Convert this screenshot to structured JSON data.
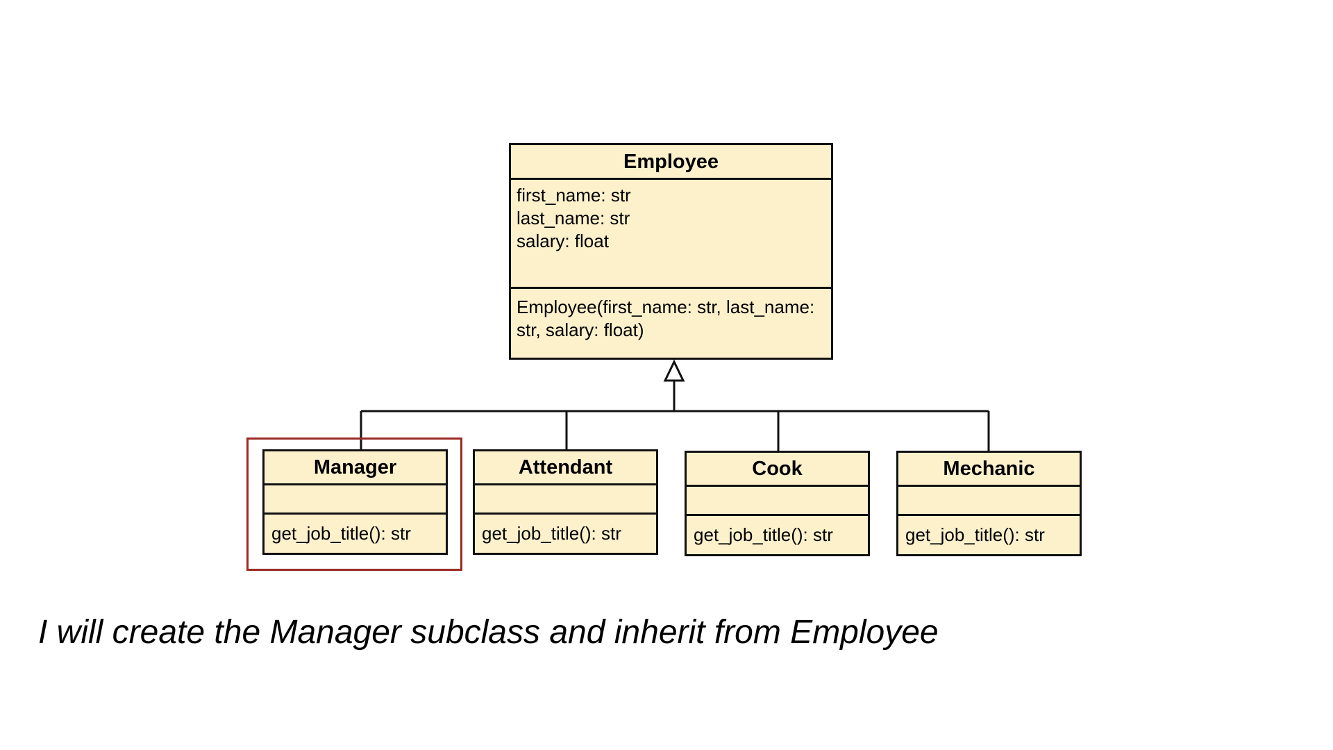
{
  "diagram": {
    "superclass": {
      "name": "Employee",
      "attributes": [
        "first_name: str",
        "last_name: str",
        "salary: float"
      ],
      "methods": [
        "Employee(first_name: str, last_name:",
        "str, salary: float)"
      ]
    },
    "subclasses": [
      {
        "name": "Manager",
        "method": "get_job_title(): str",
        "highlighted": true
      },
      {
        "name": "Attendant",
        "method": "get_job_title(): str"
      },
      {
        "name": "Cook",
        "method": "get_job_title(): str"
      },
      {
        "name": "Mechanic",
        "method": "get_job_title(): str"
      }
    ],
    "colors": {
      "class_fill": "#fdf1cc",
      "class_border": "#111111",
      "highlight": "#9b2a22"
    }
  },
  "caption": {
    "line1": "I will create the Manager subclass and inherit from",
    "line2": "Employee"
  }
}
